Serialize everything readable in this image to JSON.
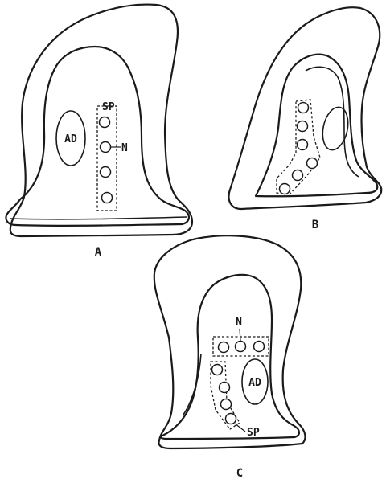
{
  "panels": {
    "a": {
      "caption": "A",
      "labels": {
        "sp": "SP",
        "n": "N",
        "ad": "AD"
      }
    },
    "b": {
      "caption": "B"
    },
    "c": {
      "caption": "C",
      "labels": {
        "sp": "SP",
        "n": "N",
        "ad": "AD"
      }
    }
  }
}
